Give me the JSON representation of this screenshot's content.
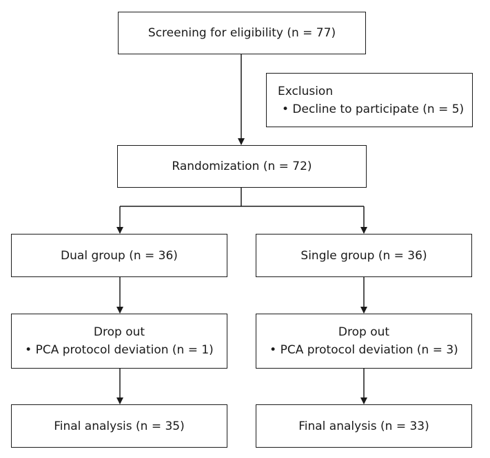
{
  "screening": {
    "label": "Screening for eligibility (n = 77)"
  },
  "exclusion": {
    "title": "Exclusion",
    "item": "• Decline to participate (n = 5)"
  },
  "randomization": {
    "label": "Randomization (n = 72)"
  },
  "dual": {
    "group": "Dual group (n = 36)",
    "dropout_title": "Drop out",
    "dropout_item": "• PCA protocol deviation (n = 1)",
    "final": "Final analysis (n = 35)"
  },
  "single": {
    "group": "Single group (n = 36)",
    "dropout_title": "Drop out",
    "dropout_item": "• PCA protocol deviation (n = 3)",
    "final": "Final analysis (n = 33)"
  }
}
